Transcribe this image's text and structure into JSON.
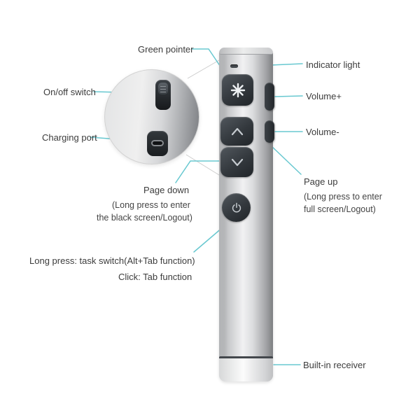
{
  "title": "Wireless presenter remote annotated diagram",
  "accent_color": "#68c8d0",
  "labels": {
    "green_pointer": "Green pointer",
    "indicator_light": "Indicator light",
    "on_off_switch": "On/off switch",
    "volume_plus": "Volume+",
    "charging_port": "Charging port",
    "volume_minus": "Volume-",
    "page_down": "Page down",
    "page_down_note_line1": "(Long press to enter",
    "page_down_note_line2": "the black screen/Logout)",
    "page_up": "Page up",
    "page_up_note_line1": "(Long press to enter",
    "page_up_note_line2": "full screen/Logout)",
    "task_switch_line1": "Long press: task switch(Alt+Tab function)",
    "task_switch_line2": "Click: Tab function",
    "built_in_receiver": "Built-in receiver"
  },
  "icons": {
    "laser_button": "asterisk-icon",
    "page_up_button": "chevron-up-icon",
    "page_down_button": "chevron-down-icon",
    "tab_button": "power-icon",
    "indicator": "led-slot"
  }
}
